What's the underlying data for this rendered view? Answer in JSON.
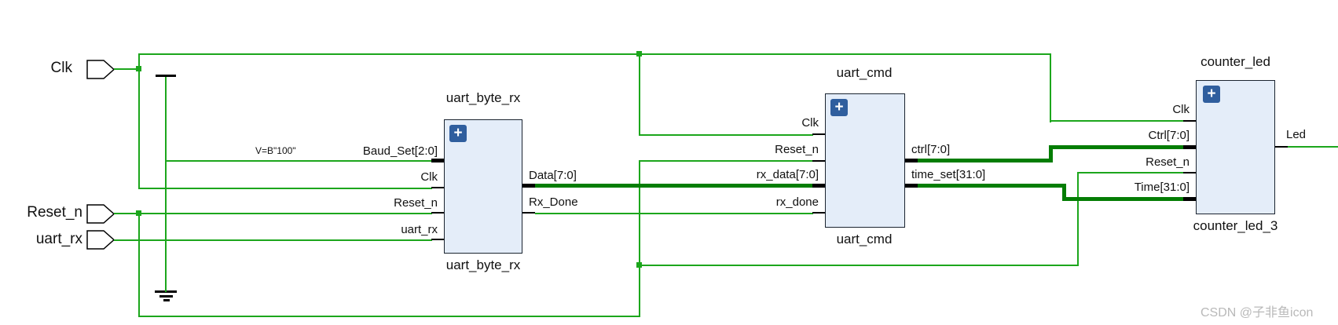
{
  "colors": {
    "wire": "#1ca61c",
    "bus": "#047d04",
    "block_fill": "#e4edf9",
    "block_border": "#1b2430",
    "expand_icon_bg": "#2f5e9e",
    "watermark": "#b9b9b9"
  },
  "expand_icon_glyph": "+",
  "external_ports": [
    {
      "label": "Clk"
    },
    {
      "label": "Reset_n"
    },
    {
      "label": "uart_rx"
    }
  ],
  "constants": {
    "baud_value_label": "V=B\"100\""
  },
  "blocks": [
    {
      "title": "uart_byte_rx",
      "instance": "uart_byte_rx",
      "inputs": [
        "Baud_Set[2:0]",
        "Clk",
        "Reset_n",
        "uart_rx"
      ],
      "outputs": [
        "Data[7:0]",
        "Rx_Done"
      ]
    },
    {
      "title": "uart_cmd",
      "instance": "uart_cmd",
      "inputs": [
        "Clk",
        "Reset_n",
        "rx_data[7:0]",
        "rx_done"
      ],
      "outputs": [
        "ctrl[7:0]",
        "time_set[31:0]"
      ]
    },
    {
      "title": "counter_led",
      "instance": "counter_led_3",
      "inputs": [
        "Clk",
        "Ctrl[7:0]",
        "Reset_n",
        "Time[31:0]"
      ],
      "outputs": [
        "Led"
      ]
    }
  ],
  "watermark": "CSDN @子非鱼icon"
}
